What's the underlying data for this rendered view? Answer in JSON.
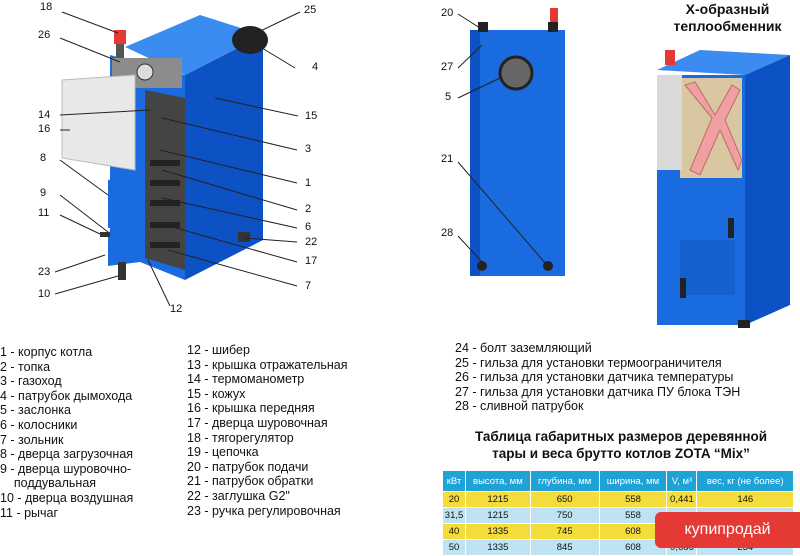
{
  "callouts_left": [
    "18",
    "25",
    "26",
    "4",
    "14",
    "15",
    "16",
    "3",
    "8",
    "1",
    "9",
    "2",
    "11",
    "6",
    "22",
    "23",
    "17",
    "10",
    "12",
    "7"
  ],
  "callouts_mid": [
    "20",
    "27",
    "5",
    "21",
    "28"
  ],
  "xtitle": [
    "Х-образный",
    "теплообменник"
  ],
  "legend_col1": [
    "1 - корпус котла",
    "2 - топка",
    "3 - газоход",
    "4 - патрубок дымохода",
    "5 - заслонка",
    "6 - колосники",
    "7 - зольник",
    "8 - дверца загрузочная",
    "9 - дверца шуровочно-",
    "    поддувальная",
    "10 - дверца воздушная",
    "11 - рычаг"
  ],
  "legend_col2": [
    "12 - шибер",
    "13 - крышка отражательная",
    "14 - термоманометр",
    "15 - кожух",
    "16 - крышка передняя",
    "17 - дверца шуровочная",
    "18 - тягорегулятор",
    "19 - цепочка",
    "20 - патрубок подачи",
    "21 - патрубок обратки",
    "22 - заглушка G2\"",
    "23 - ручка регулировочная"
  ],
  "legend_col3": [
    "24 - болт заземляющий",
    "25 - гильза для установки термоограничителя",
    "26 - гильза для установки датчика температуры",
    "27 - гильза для установки датчика ПУ блока ТЭН",
    "28 - сливной патрубок"
  ],
  "table_title": [
    "Таблица габаритных размеров деревянной",
    "тары и веса брутто котлов ZOTA “Mix”"
  ],
  "table": {
    "headers": [
      "кВт",
      "высота, мм",
      "глубина, мм",
      "ширина, мм",
      "V, м³",
      "вес, кг (не более)"
    ],
    "rows": [
      [
        "20",
        "1215",
        "650",
        "558",
        "0,441",
        "146"
      ],
      [
        "31,5",
        "1215",
        "750",
        "558",
        "",
        ""
      ],
      [
        "40",
        "1335",
        "745",
        "608",
        "",
        ""
      ],
      [
        "50",
        "1335",
        "845",
        "608",
        "0,686",
        "234"
      ]
    ]
  },
  "badge": "купипродай",
  "colors": {
    "body_blue": "#1565d8",
    "body_dark": "#0d3f9a",
    "accent_red": "#e53935",
    "header_cyan": "#1fa3d6",
    "row_yellow": "#f4dc3a"
  }
}
